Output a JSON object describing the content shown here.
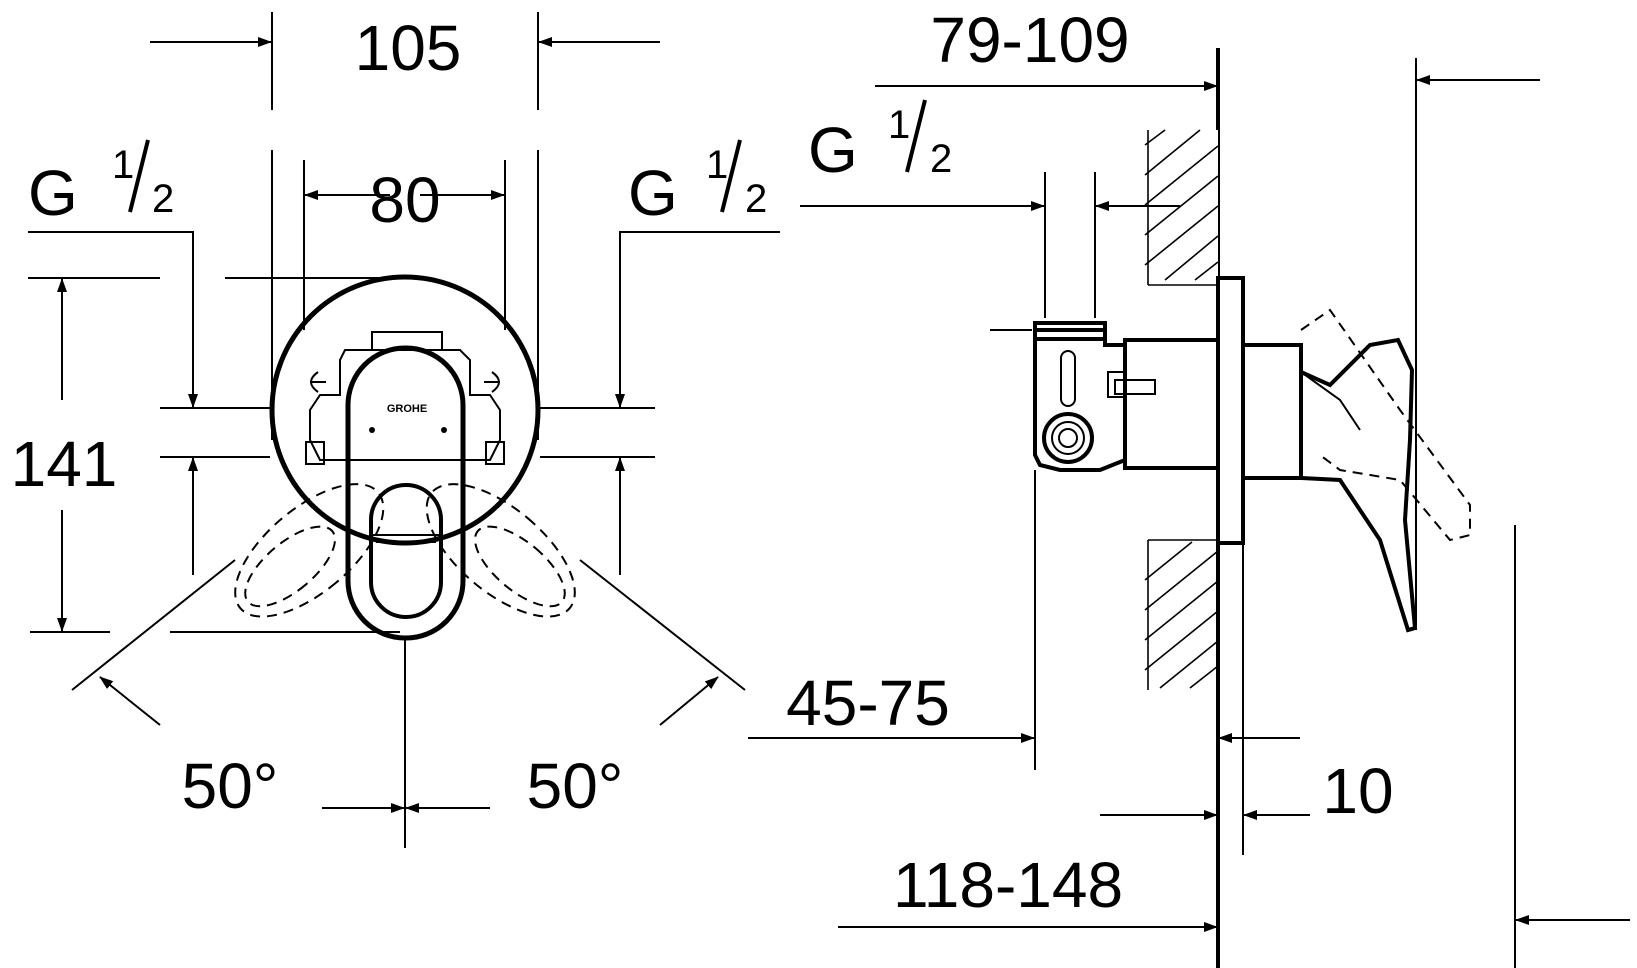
{
  "dimensions": {
    "front_width_outer": "105",
    "front_width_inner": "80",
    "front_height": "141",
    "angle_left": "50°",
    "angle_right": "50°",
    "side_depth_body": "79-109",
    "side_depth_inlet": "45-75",
    "plate_thickness": "10",
    "side_total_depth": "118-148"
  },
  "thread_labels": {
    "front_left": {
      "main": "G",
      "num": "1",
      "den": "2"
    },
    "front_right": {
      "main": "G",
      "num": "1",
      "den": "2"
    },
    "side": {
      "main": "G",
      "num": "1",
      "den": "2"
    }
  },
  "logo_text": "GROHE"
}
